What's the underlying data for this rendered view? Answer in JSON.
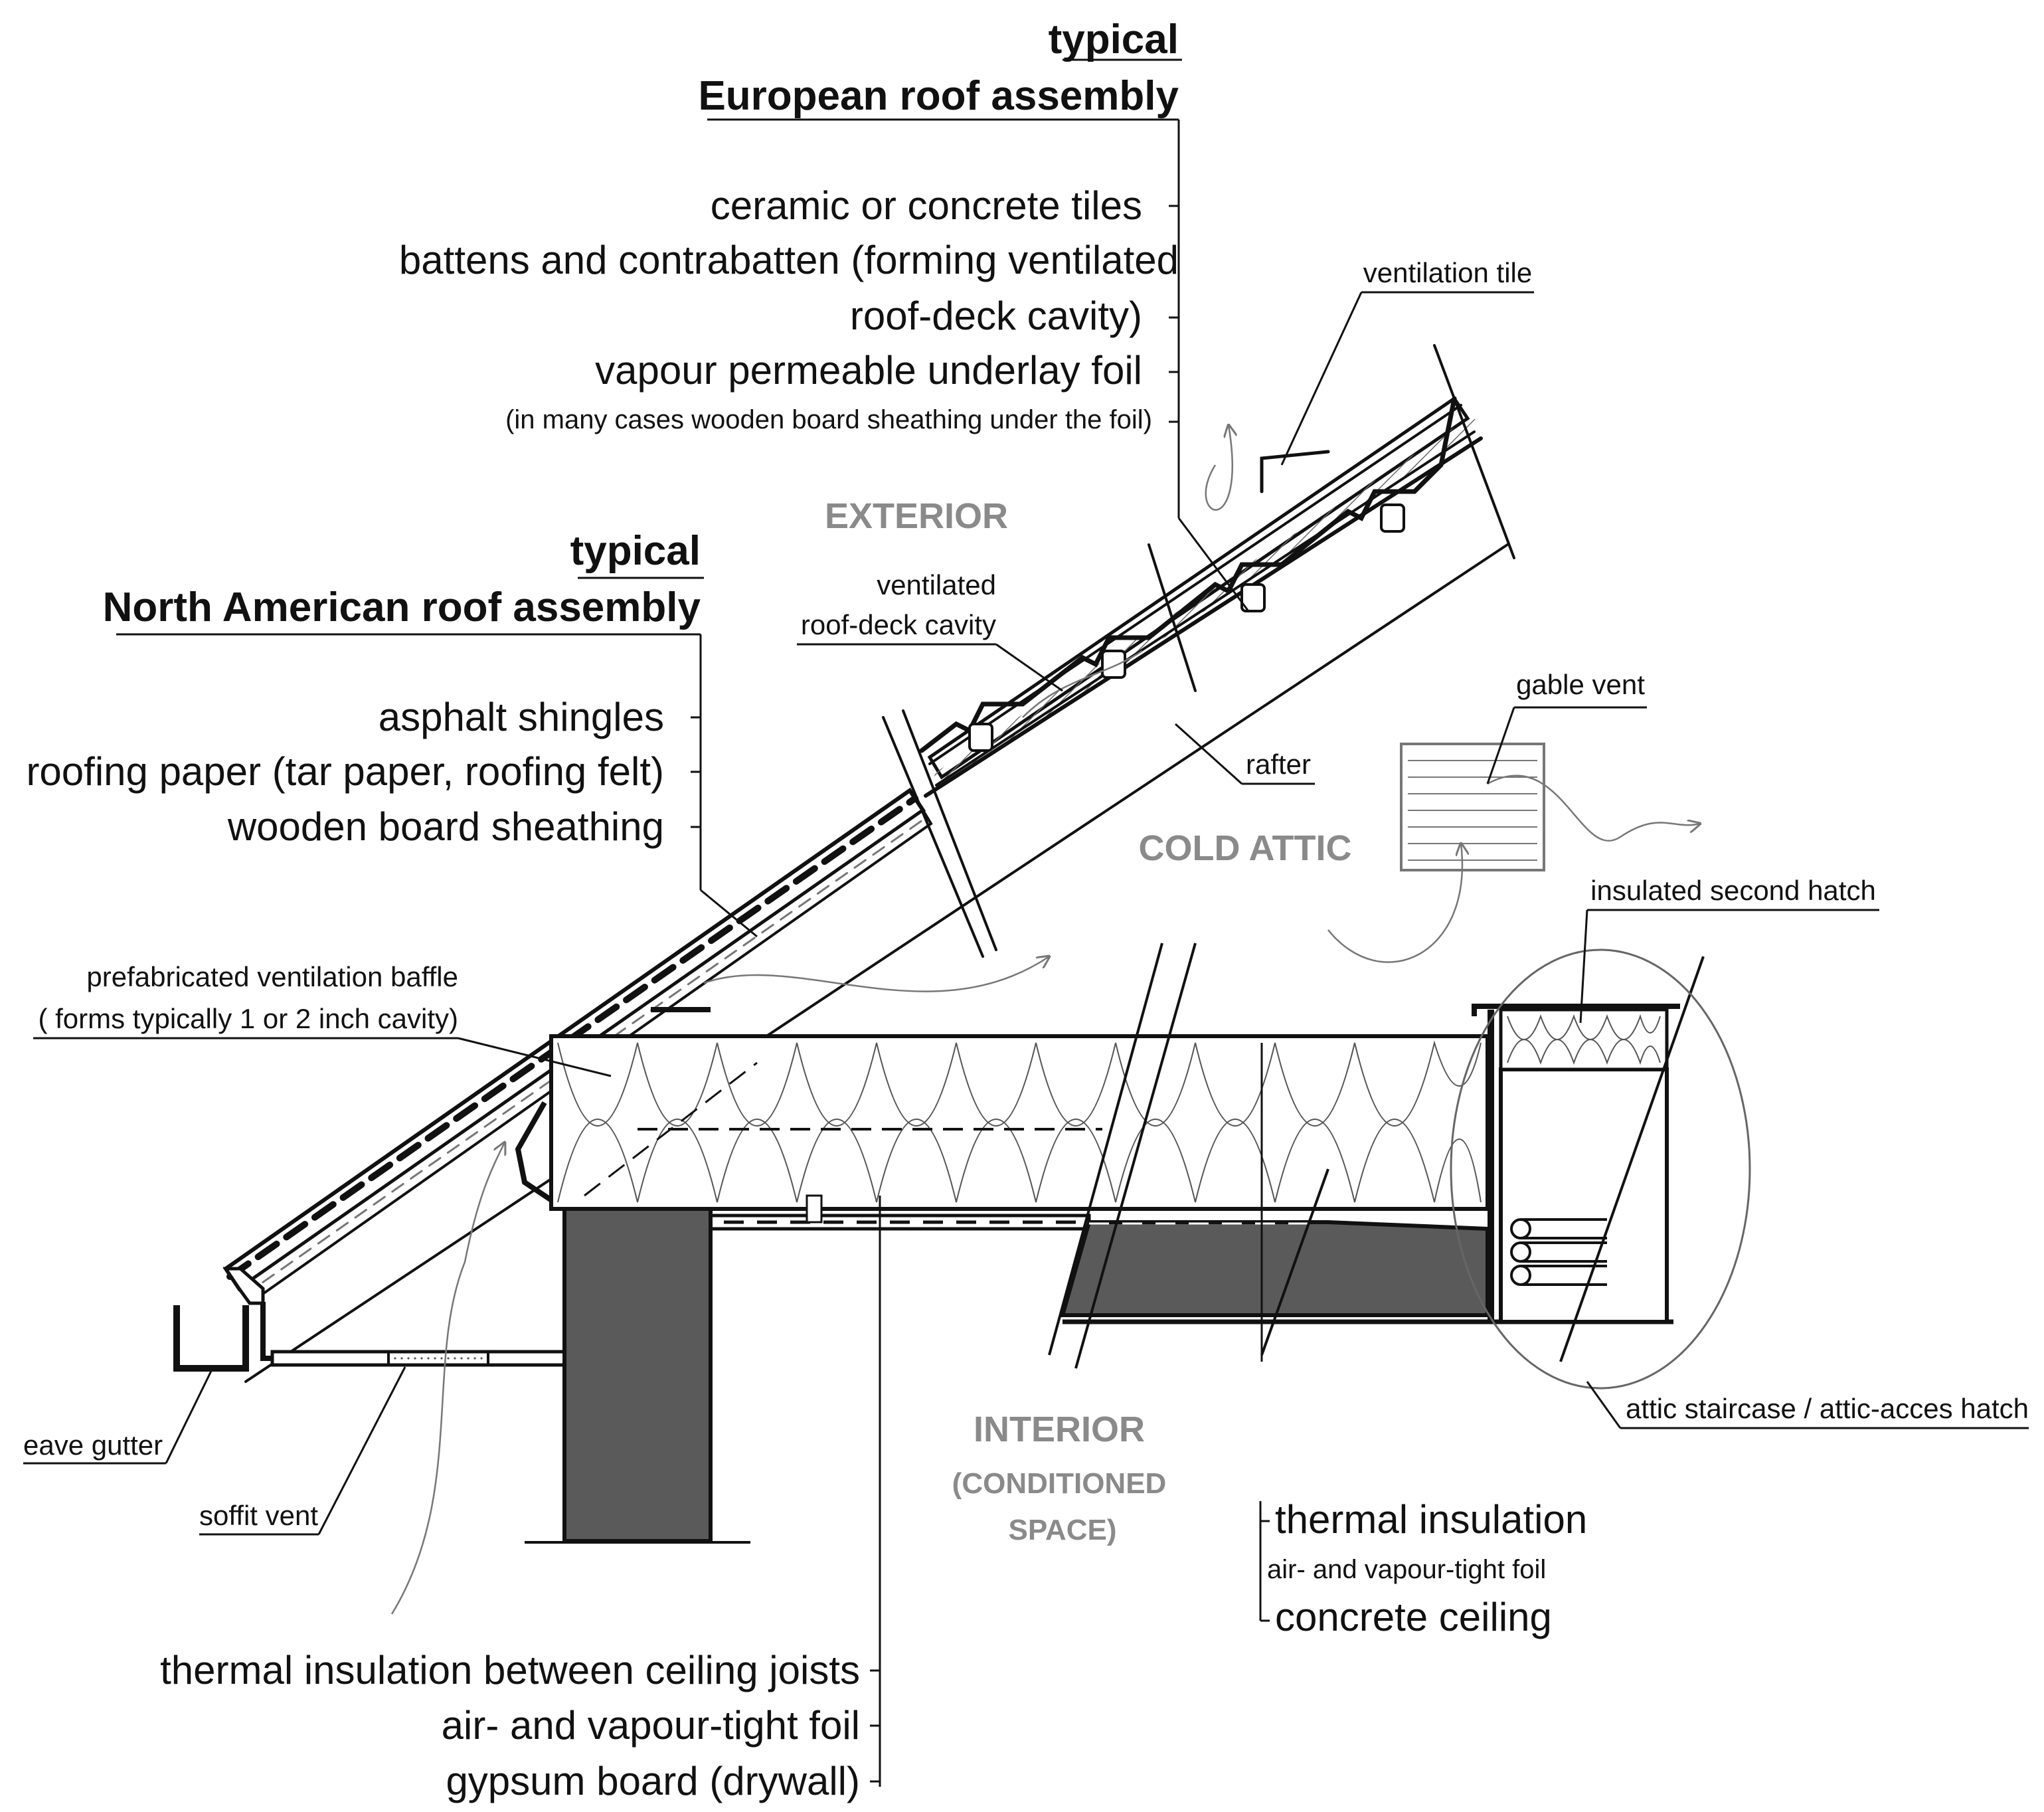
{
  "european": {
    "title_1": "typical",
    "title_2": "European roof assembly",
    "layers": [
      "ceramic or concrete tiles",
      "battens and contrabatten (forming ventilated",
      "roof-deck cavity)",
      "vapour permeable underlay foil",
      "(in many cases wooden board sheathing under the foil)"
    ]
  },
  "north_american": {
    "title_1": "typical",
    "title_2": "North American roof assembly",
    "layers": [
      "asphalt shingles",
      "roofing paper (tar paper, roofing felt)",
      "wooden board sheathing"
    ]
  },
  "zones": {
    "exterior": "EXTERIOR",
    "cold_attic": "COLD ATTIC",
    "interior": "INTERIOR",
    "interior_sub_1": "(CONDITIONED",
    "interior_sub_2": "SPACE)"
  },
  "labels": {
    "ventilation_tile": "ventilation tile",
    "ventilated_cavity_1": "ventilated",
    "ventilated_cavity_2": "roof-deck cavity",
    "rafter": "rafter",
    "gable_vent": "gable vent",
    "insulated_hatch": "insulated second hatch",
    "baffle_1": "prefabricated ventilation baffle",
    "baffle_2": "( forms typically 1 or 2 inch cavity)",
    "eave_gutter": "eave gutter",
    "soffit_vent": "soffit vent",
    "attic_staircase": "attic staircase / attic-acces hatch"
  },
  "ceiling_right": [
    "thermal insulation",
    "air- and vapour-tight foil",
    "concrete ceiling"
  ],
  "ceiling_left": [
    "thermal insulation between ceiling joists",
    "air- and vapour-tight foil",
    "gypsum board (drywall)"
  ],
  "colors": {
    "line": "#111111",
    "concrete_fill": "#5a5a5a",
    "zone_text": "#8a8a8a"
  }
}
